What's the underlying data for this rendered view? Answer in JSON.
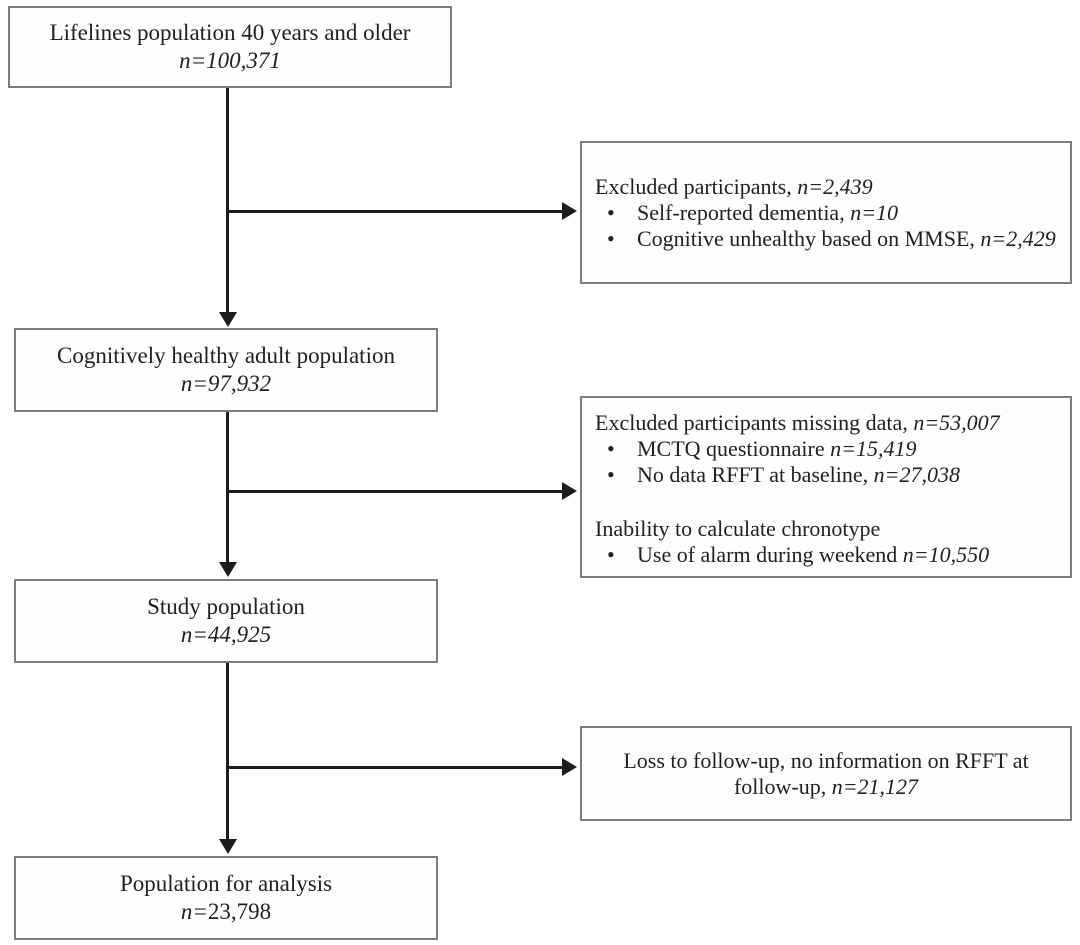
{
  "colors": {
    "background": "#ffffff",
    "box_border": "#7d7d7d",
    "box_background": "#fefefe",
    "line": "#1c1c1c",
    "text": "#212121"
  },
  "flow": {
    "bullet_char": "•",
    "left_boxes": [
      {
        "title": "Lifelines population 40 years and older",
        "n": "n=100,371"
      },
      {
        "title": "Cognitively healthy adult population",
        "n": "n=97,932"
      },
      {
        "title": "Study population",
        "n": "n=44,925"
      },
      {
        "title": "Population for analysis",
        "n_prefix": "n=",
        "n_value": "23,798"
      }
    ],
    "right_boxes": [
      {
        "header_text": "Excluded participants, ",
        "header_n": "n=2,439",
        "bullets": [
          {
            "text": "Self-reported dementia, ",
            "n": "n=10"
          },
          {
            "text": "Cognitive unhealthy based on MMSE, ",
            "n": "n=2,429"
          }
        ]
      },
      {
        "header_text": "Excluded participants missing data, ",
        "header_n": "n=53,007",
        "bullets": [
          {
            "text": "MCTQ questionnaire ",
            "n": "n=15,419"
          },
          {
            "text": "No data RFFT at baseline, ",
            "n": "n=27,038"
          }
        ],
        "subheader_text": "Inability to calculate chronotype",
        "sub_bullets": [
          {
            "text": "Use of alarm during weekend ",
            "n": "n=10,550"
          }
        ]
      },
      {
        "line1": "Loss to follow-up, no information on RFFT at",
        "line2_text": "follow-up, ",
        "line2_n": "n=21,127"
      }
    ]
  }
}
